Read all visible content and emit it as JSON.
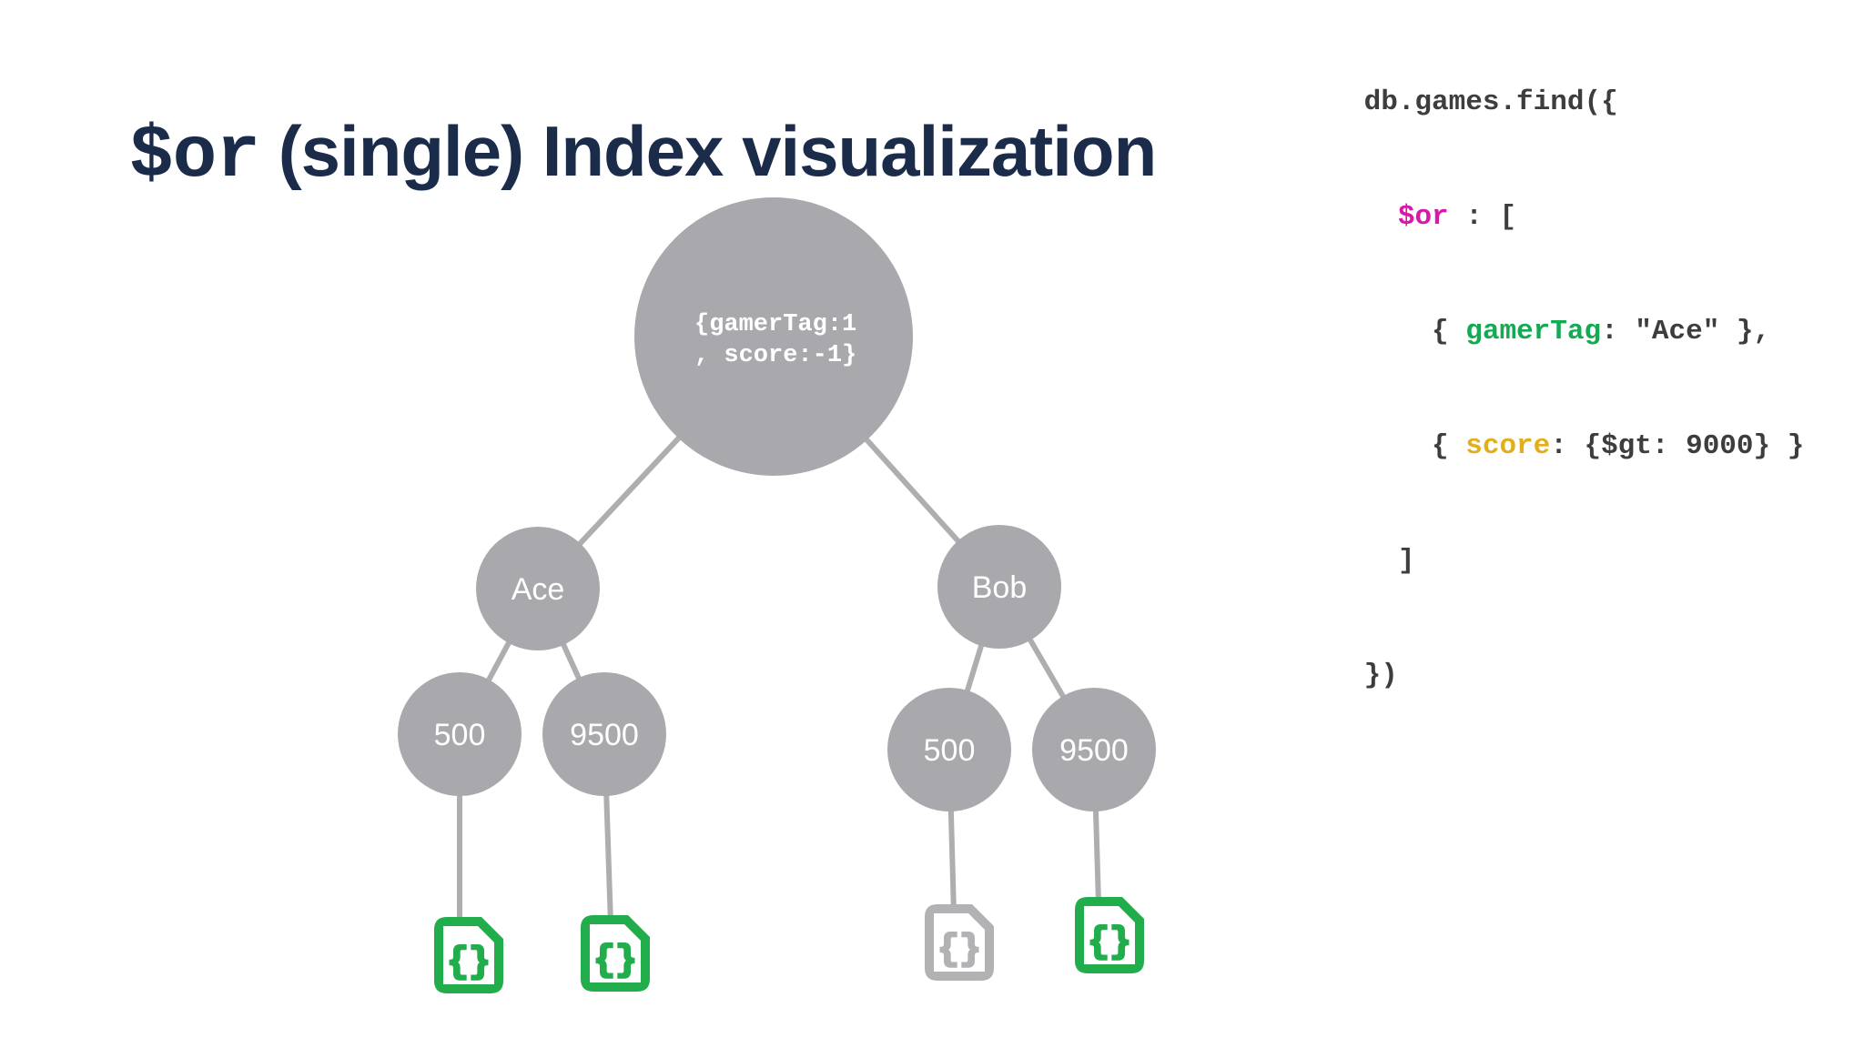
{
  "slide": {
    "title_mono": "$or",
    "title_rest": " (single) Index visualization"
  },
  "code": {
    "line1": "db.games.find({",
    "line2_indent": "  ",
    "line2_operator": "$or",
    "line2_rest": " : [",
    "line3_indent": "    { ",
    "line3_field": "gamerTag",
    "line3_rest": ": \"Ace\" },",
    "line4_indent": "    { ",
    "line4_field": "score",
    "line4_rest": ": {$gt: 9000} }",
    "line5": "  ]",
    "line6": "})"
  },
  "tree": {
    "root_label_line1": "{gamerTag:1",
    "root_label_line2": ", score:-1}",
    "level1": [
      {
        "label": "Ace"
      },
      {
        "label": "Bob"
      }
    ],
    "level2": [
      {
        "label": "500"
      },
      {
        "label": "9500"
      },
      {
        "label": "500"
      },
      {
        "label": "9500"
      }
    ],
    "documents": [
      {
        "status": "matched"
      },
      {
        "status": "matched"
      },
      {
        "status": "unmatched"
      },
      {
        "status": "matched"
      }
    ],
    "document_glyph": "{}"
  },
  "colors": {
    "title_navy": "#1b2b4a",
    "code_default": "#3d3d3d",
    "code_operator_magenta": "#d619a8",
    "code_field_green": "#13aa52",
    "code_field_yellow": "#e2af1b",
    "node_gray": "#a9a9ad",
    "edge_gray": "#aeaeb1",
    "node_text_white": "#ffffff",
    "doc_green": "#22ad4c",
    "doc_gray": "#b2b2b5",
    "doc_page_white": "#ffffff",
    "background": "#ffffff"
  }
}
